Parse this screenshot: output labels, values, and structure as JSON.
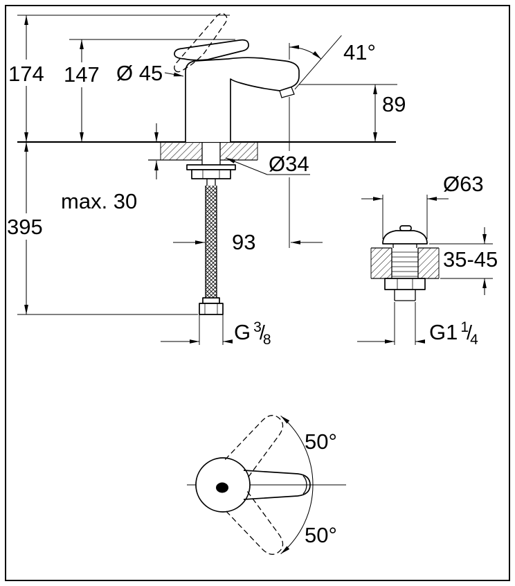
{
  "side_view": {
    "height_total": "174",
    "height_to_lever": "147",
    "body_diameter": "Ø 45",
    "spout_angle": "41°",
    "spout_height": "89",
    "hole_diameter": "Ø34",
    "max_deck_thickness": "max. 30",
    "hose_length": "395",
    "spout_projection": "93",
    "supply_thread": {
      "prefix": "G",
      "numerator": "3",
      "slash": "/",
      "denominator": "8"
    }
  },
  "waste_view": {
    "flange_diameter": "Ø63",
    "deck_thickness_range": "35-45",
    "waste_thread": {
      "prefix": "G1",
      "numerator": "1",
      "slash": "/",
      "denominator": "4"
    }
  },
  "plan_view": {
    "swing_angle_up": "50°",
    "swing_angle_down": "50°"
  },
  "colors": {
    "line": "#000000",
    "background": "#ffffff"
  }
}
